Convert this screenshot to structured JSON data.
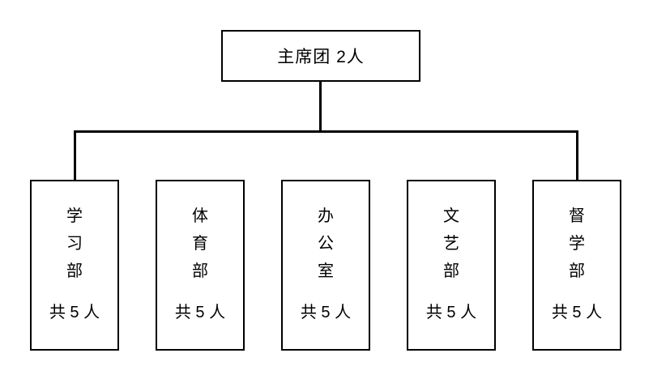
{
  "diagram": {
    "type": "org-chart",
    "root": {
      "label": "主席团 2人"
    },
    "departments": [
      {
        "name": "学习部",
        "count": "共 5 人"
      },
      {
        "name": "体育部",
        "count": "共 5 人"
      },
      {
        "name": "办公室",
        "count": "共 5 人"
      },
      {
        "name": "文艺部",
        "count": "共 5 人"
      },
      {
        "name": "督学部",
        "count": "共 5 人"
      }
    ],
    "colors": {
      "line": "#000000",
      "background": "#ffffff",
      "box_background": "#ffffff",
      "text": "#000000"
    }
  }
}
